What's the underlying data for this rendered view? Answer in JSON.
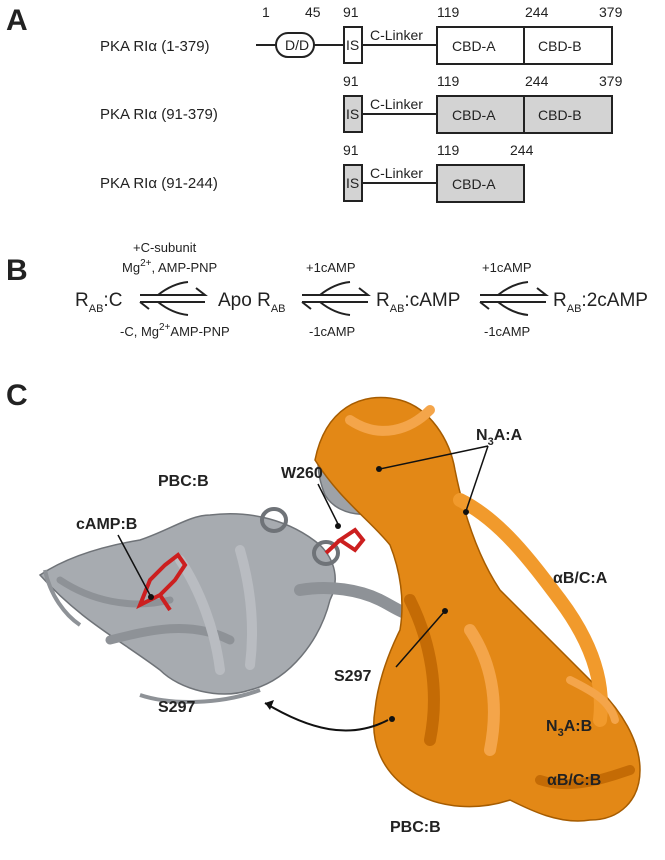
{
  "panel_a": {
    "letter": "A",
    "constructs": [
      {
        "name": "PKA RIα (1-379)",
        "numbers": [
          "1",
          "45",
          "91",
          "119",
          "244",
          "379"
        ],
        "dd": "D/D",
        "is": "IS",
        "linker": "C-Linker",
        "cbd_a": "CBD-A",
        "cbd_b": "CBD-B"
      },
      {
        "name": "PKA RIα (91-379)",
        "numbers": [
          "91",
          "119",
          "244",
          "379"
        ],
        "is": "IS",
        "linker": "C-Linker",
        "cbd_a": "CBD-A",
        "cbd_b": "CBD-B"
      },
      {
        "name": "PKA RIα (91-244)",
        "numbers": [
          "91",
          "119",
          "244"
        ],
        "is": "IS",
        "linker": "C-Linker",
        "cbd_a": "CBD-A"
      }
    ],
    "colors": {
      "full_length_fill": "#ffffff",
      "truncated_fill": "#d3d3d3",
      "stroke": "#222222"
    }
  },
  "panel_b": {
    "letter": "B",
    "species": [
      "R",
      "AB",
      ":C",
      "Apo R",
      "AB",
      "R",
      "AB",
      ":cAMP",
      "R",
      "AB",
      ":2cAMP"
    ],
    "top_labels": [
      "+C-subunit",
      "Mg",
      "2+",
      ", AMP-PNP",
      "+1cAMP",
      "+1cAMP"
    ],
    "bottom_labels": [
      "-C, Mg",
      "2+",
      "AMP-PNP",
      "-1cAMP",
      "-1cAMP"
    ]
  },
  "panel_c": {
    "letter": "C",
    "labels": [
      "PBC:B",
      "W260",
      "cAMP:B",
      "S297",
      "N",
      "3",
      "A:A",
      "αB/C:A",
      "S297",
      "N",
      "3",
      "A:B",
      "αB/C:B",
      "PBC:B"
    ],
    "colors": {
      "chain_grey": "#8e9297",
      "chain_orange": "#e07f10",
      "ligand_red": "#cc1f1f"
    }
  }
}
